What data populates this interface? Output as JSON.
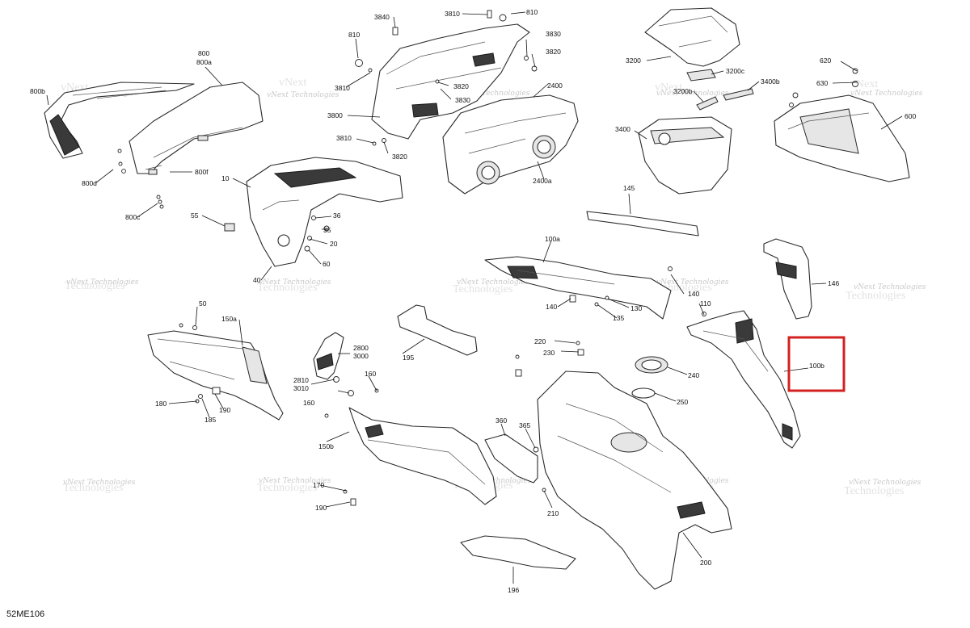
{
  "diagram": {
    "code": "52ME106",
    "watermark_small": "vNext Technologies",
    "watermark_big_1": "vNext",
    "watermark_big_2": "Technologies",
    "highlight_color": "#d32020",
    "callouts": {
      "c800b": "800b",
      "c800": "800",
      "c800a": "800a",
      "c800d": "800d",
      "c800f": "800f",
      "c800c": "800c",
      "c3840": "3840",
      "c810a": "810",
      "c3810a": "3810",
      "c810b": "810",
      "c3830a": "3830",
      "c3820a": "3820",
      "c3810b": "3810",
      "c3820b": "3820",
      "c3830b": "3830",
      "c3800": "3800",
      "c3810c": "3810",
      "c3820c": "3820",
      "c2400": "2400",
      "c2400a": "2400a",
      "c3200": "3200",
      "c3200c": "3200c",
      "c3200b": "3200b",
      "c3400b": "3400b",
      "c3400": "3400",
      "c620": "620",
      "c630": "630",
      "c600": "600",
      "c10": "10",
      "c55": "55",
      "c36": "36",
      "c35": "35",
      "c20": "20",
      "c60": "60",
      "c40": "40",
      "c145": "145",
      "c100a": "100a",
      "c140a": "140",
      "c130": "130",
      "c135": "135",
      "c140b": "140",
      "c110": "110",
      "c146": "146",
      "c100b": "100b",
      "c50": "50",
      "c150a": "150a",
      "c180": "180",
      "c185": "185",
      "c190a": "190",
      "c2800": "2800",
      "c3000": "3000",
      "c2810": "2810",
      "c3010": "3010",
      "c160a": "160",
      "c160b": "160",
      "c150b": "150b",
      "c170": "170",
      "c190b": "190",
      "c195": "195",
      "c220": "220",
      "c230": "230",
      "c240": "240",
      "c250": "250",
      "c360": "360",
      "c365": "365",
      "c210": "210",
      "c200": "200",
      "c196": "196"
    }
  }
}
